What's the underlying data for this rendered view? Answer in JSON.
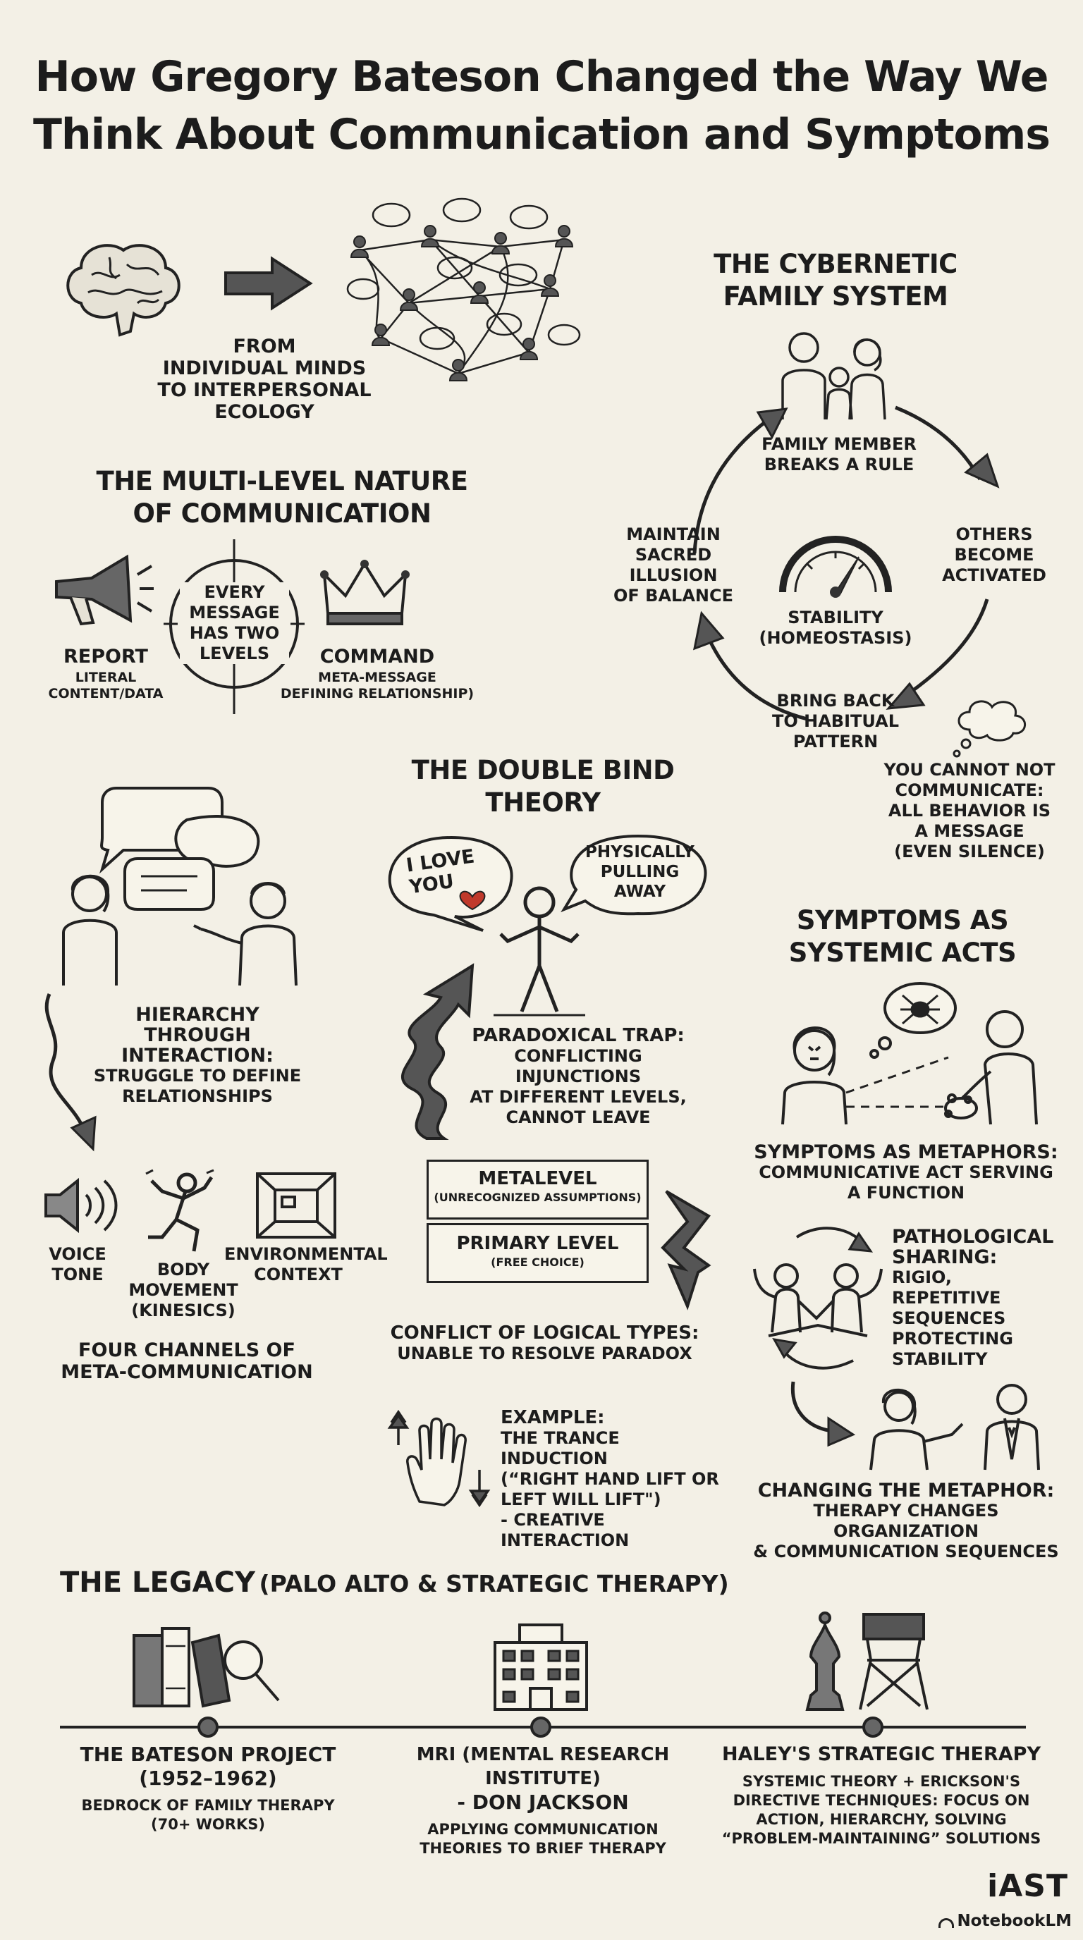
{
  "title": {
    "line1": "How Gregory Bateson Changed the Way We",
    "line2": "Think About Communication and Symptoms"
  },
  "individual_to_ecology": {
    "line1": "FROM",
    "line2": "INDIVIDUAL MINDS",
    "line3": "TO INTERPERSONAL",
    "line4": "ECOLOGY"
  },
  "cybernetic": {
    "heading1": "THE CYBERNETIC",
    "heading2": "FAMILY SYSTEM",
    "top_label1": "FAMILY MEMBER",
    "top_label2": "BREAKS A RULE",
    "right_label1": "OTHERS",
    "right_label2": "BECOME",
    "right_label3": "ACTIVATED",
    "left_label1": "MAINTAIN",
    "left_label2": "SACRED ILLUSION",
    "left_label3": "OF BALANCE",
    "center_label1": "STABILITY",
    "center_label2": "(HOMEOSTASIS)",
    "bottom_label1": "BRING BACK",
    "bottom_label2": "TO HABITUAL",
    "bottom_label3": "PATTERN"
  },
  "multi_level": {
    "heading1": "THE MULTI-LEVEL NATURE",
    "heading2": "OF COMMUNICATION",
    "center1": "EVERY",
    "center2": "MESSAGE",
    "center3": "HAS TWO",
    "center4": "LEVELS",
    "report": "REPORT",
    "report_sub1": "LITERAL",
    "report_sub2": "CONTENT/DATA",
    "command": "COMMAND",
    "command_sub1": "META-MESSAGE",
    "command_sub2": "DEFINING RELATIONSHIP)"
  },
  "cannot_not": {
    "line1": "YOU CANNOT NOT",
    "line2": "COMMUNICATE:",
    "line3": "ALL BEHAVIOR IS",
    "line4": "A MESSAGE",
    "line5": "(EVEN SILENCE)"
  },
  "double_bind": {
    "heading1": "THE DOUBLE BIND",
    "heading2": "THEORY",
    "bubble_left1": "I LOVE",
    "bubble_left2": "YOU",
    "bubble_right1": "PHYSICALLY",
    "bubble_right2": "PULLING",
    "bubble_right3": "AWAY",
    "trap1": "PARADOXICAL TRAP:",
    "trap2": "CONFLICTING INJUNCTIONS",
    "trap3": "AT DIFFERENT LEVELS,",
    "trap4": "CANNOT LEAVE",
    "metalevel": "METALEVEL",
    "metalevel_sub": "(UNRECOGNIZED ASSUMPTIONS)",
    "primary": "PRIMARY LEVEL",
    "primary_sub": "(FREE CHOICE)",
    "conflict1": "CONFLICT OF LOGICAL TYPES:",
    "conflict2": "UNABLE TO RESOLVE PARADOX",
    "example1": "EXAMPLE:",
    "example2": "THE TRANCE INDUCTION",
    "example3": "(“RIGHT HAND LIFT OR",
    "example4": "LEFT WILL LIFT\")",
    "example5": "- CREATIVE INTERACTION"
  },
  "hierarchy": {
    "line1": "HIERARCHY THROUGH",
    "line2": "INTERACTION:",
    "line3": "STRUGGLE TO DEFINE",
    "line4": "RELATIONSHIPS"
  },
  "channels": {
    "voice1": "VOICE",
    "voice2": "TONE",
    "body1": "BODY",
    "body2": "MOVEMENT",
    "body3": "(KINESICS)",
    "env1": "ENVIRONMENTAL",
    "env2": "CONTEXT",
    "caption1": "FOUR CHANNELS OF",
    "caption2": "META-COMMUNICATION"
  },
  "symptoms": {
    "heading1": "SYMPTOMS AS",
    "heading2": "SYSTEMIC ACTS",
    "metaphor1": "SYMPTOMS AS METAPHORS:",
    "metaphor2": "COMMUNICATIVE ACT SERVING",
    "metaphor3": "A FUNCTION",
    "patho1": "PATHOLOGICAL",
    "patho2": "SHARING:",
    "patho3": "RIGIO, REPETITIVE",
    "patho4": "SEQUENCES",
    "patho5": "PROTECTING",
    "patho6": "STABILITY",
    "change1": "CHANGING THE METAPHOR:",
    "change2": "THERAPY CHANGES ORGANIZATION",
    "change3": "& COMMUNICATION SEQUENCES"
  },
  "legacy": {
    "heading_main": "THE LEGACY",
    "heading_paren": "(PALO ALTO & STRATEGIC THERAPY)",
    "item1_title1": "THE BATESON PROJECT",
    "item1_title2": "(1952–1962)",
    "item1_sub1": "BEDROCK OF FAMILY THERAPY",
    "item1_sub2": "(70+ WORKS)",
    "item2_title1": "MRI (MENTAL RESEARCH INSTITUTE)",
    "item2_title2": "- DON JACKSON",
    "item2_sub1": "APPLYING COMMUNICATION",
    "item2_sub2": "THEORIES TO BRIEF THERAPY",
    "item3_title1": "HALEY'S STRATEGIC THERAPY",
    "item3_sub1": "SYSTEMIC THEORY + ERICKSON'S",
    "item3_sub2": "DIRECTIVE TECHNIQUES: FOCUS ON",
    "item3_sub3": "ACTION, HIERARCHY, SOLVING",
    "item3_sub4": "“PROBLEM-MAINTAINING” SOLUTIONS"
  },
  "footer": {
    "brand": "iAST",
    "product": "NotebookLM"
  },
  "colors": {
    "background": "#f3f0e6",
    "ink": "#1c1c1c",
    "heart": "#c0392b"
  }
}
